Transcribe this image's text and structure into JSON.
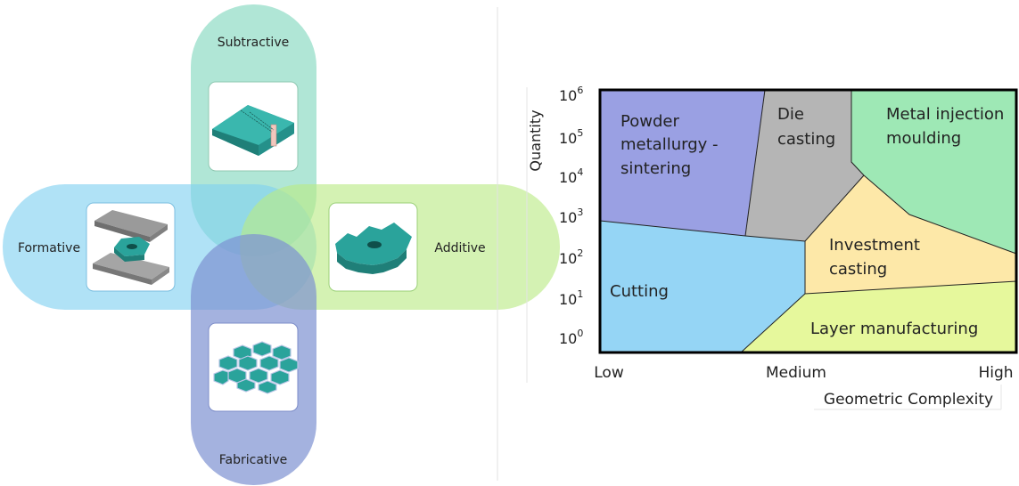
{
  "manufacturing_categories": {
    "subtractive": "Subtractive",
    "formative": "Formative",
    "additive": "Additive",
    "fabricative": "Fabricative",
    "colors": {
      "subtractive": "#7fd6bd",
      "formative": "#7fd0f0",
      "additive": "#b9ea84",
      "fabricative": "#7e91d2",
      "part": "#2aa39b"
    }
  },
  "process_map": {
    "y_axis_label": "Quantity",
    "x_axis_label": "Geometric Complexity",
    "y_tick_labels": [
      "10",
      "10",
      "10",
      "10",
      "10",
      "10",
      "10"
    ],
    "y_tick_exponents": [
      "6",
      "5",
      "4",
      "3",
      "2",
      "1",
      "0"
    ],
    "x_tick_labels": [
      "Low",
      "Medium",
      "High"
    ],
    "regions": {
      "powder_metallurgy": [
        "Powder",
        "metallurgy -",
        "sintering"
      ],
      "die_casting": [
        "Die",
        "casting"
      ],
      "metal_injection": [
        "Metal injection",
        "moulding"
      ],
      "investment_casting": [
        "Investment",
        "casting"
      ],
      "cutting": [
        "Cutting"
      ],
      "layer_manufacturing": [
        "Layer manufacturing"
      ]
    },
    "colors": {
      "powder_metallurgy": "#9aa0e3",
      "die_casting": "#b5b5b5",
      "metal_injection": "#9ee8b5",
      "investment_casting": "#fde8a8",
      "cutting": "#95d5f5",
      "layer_manufacturing": "#e6f89c"
    }
  }
}
